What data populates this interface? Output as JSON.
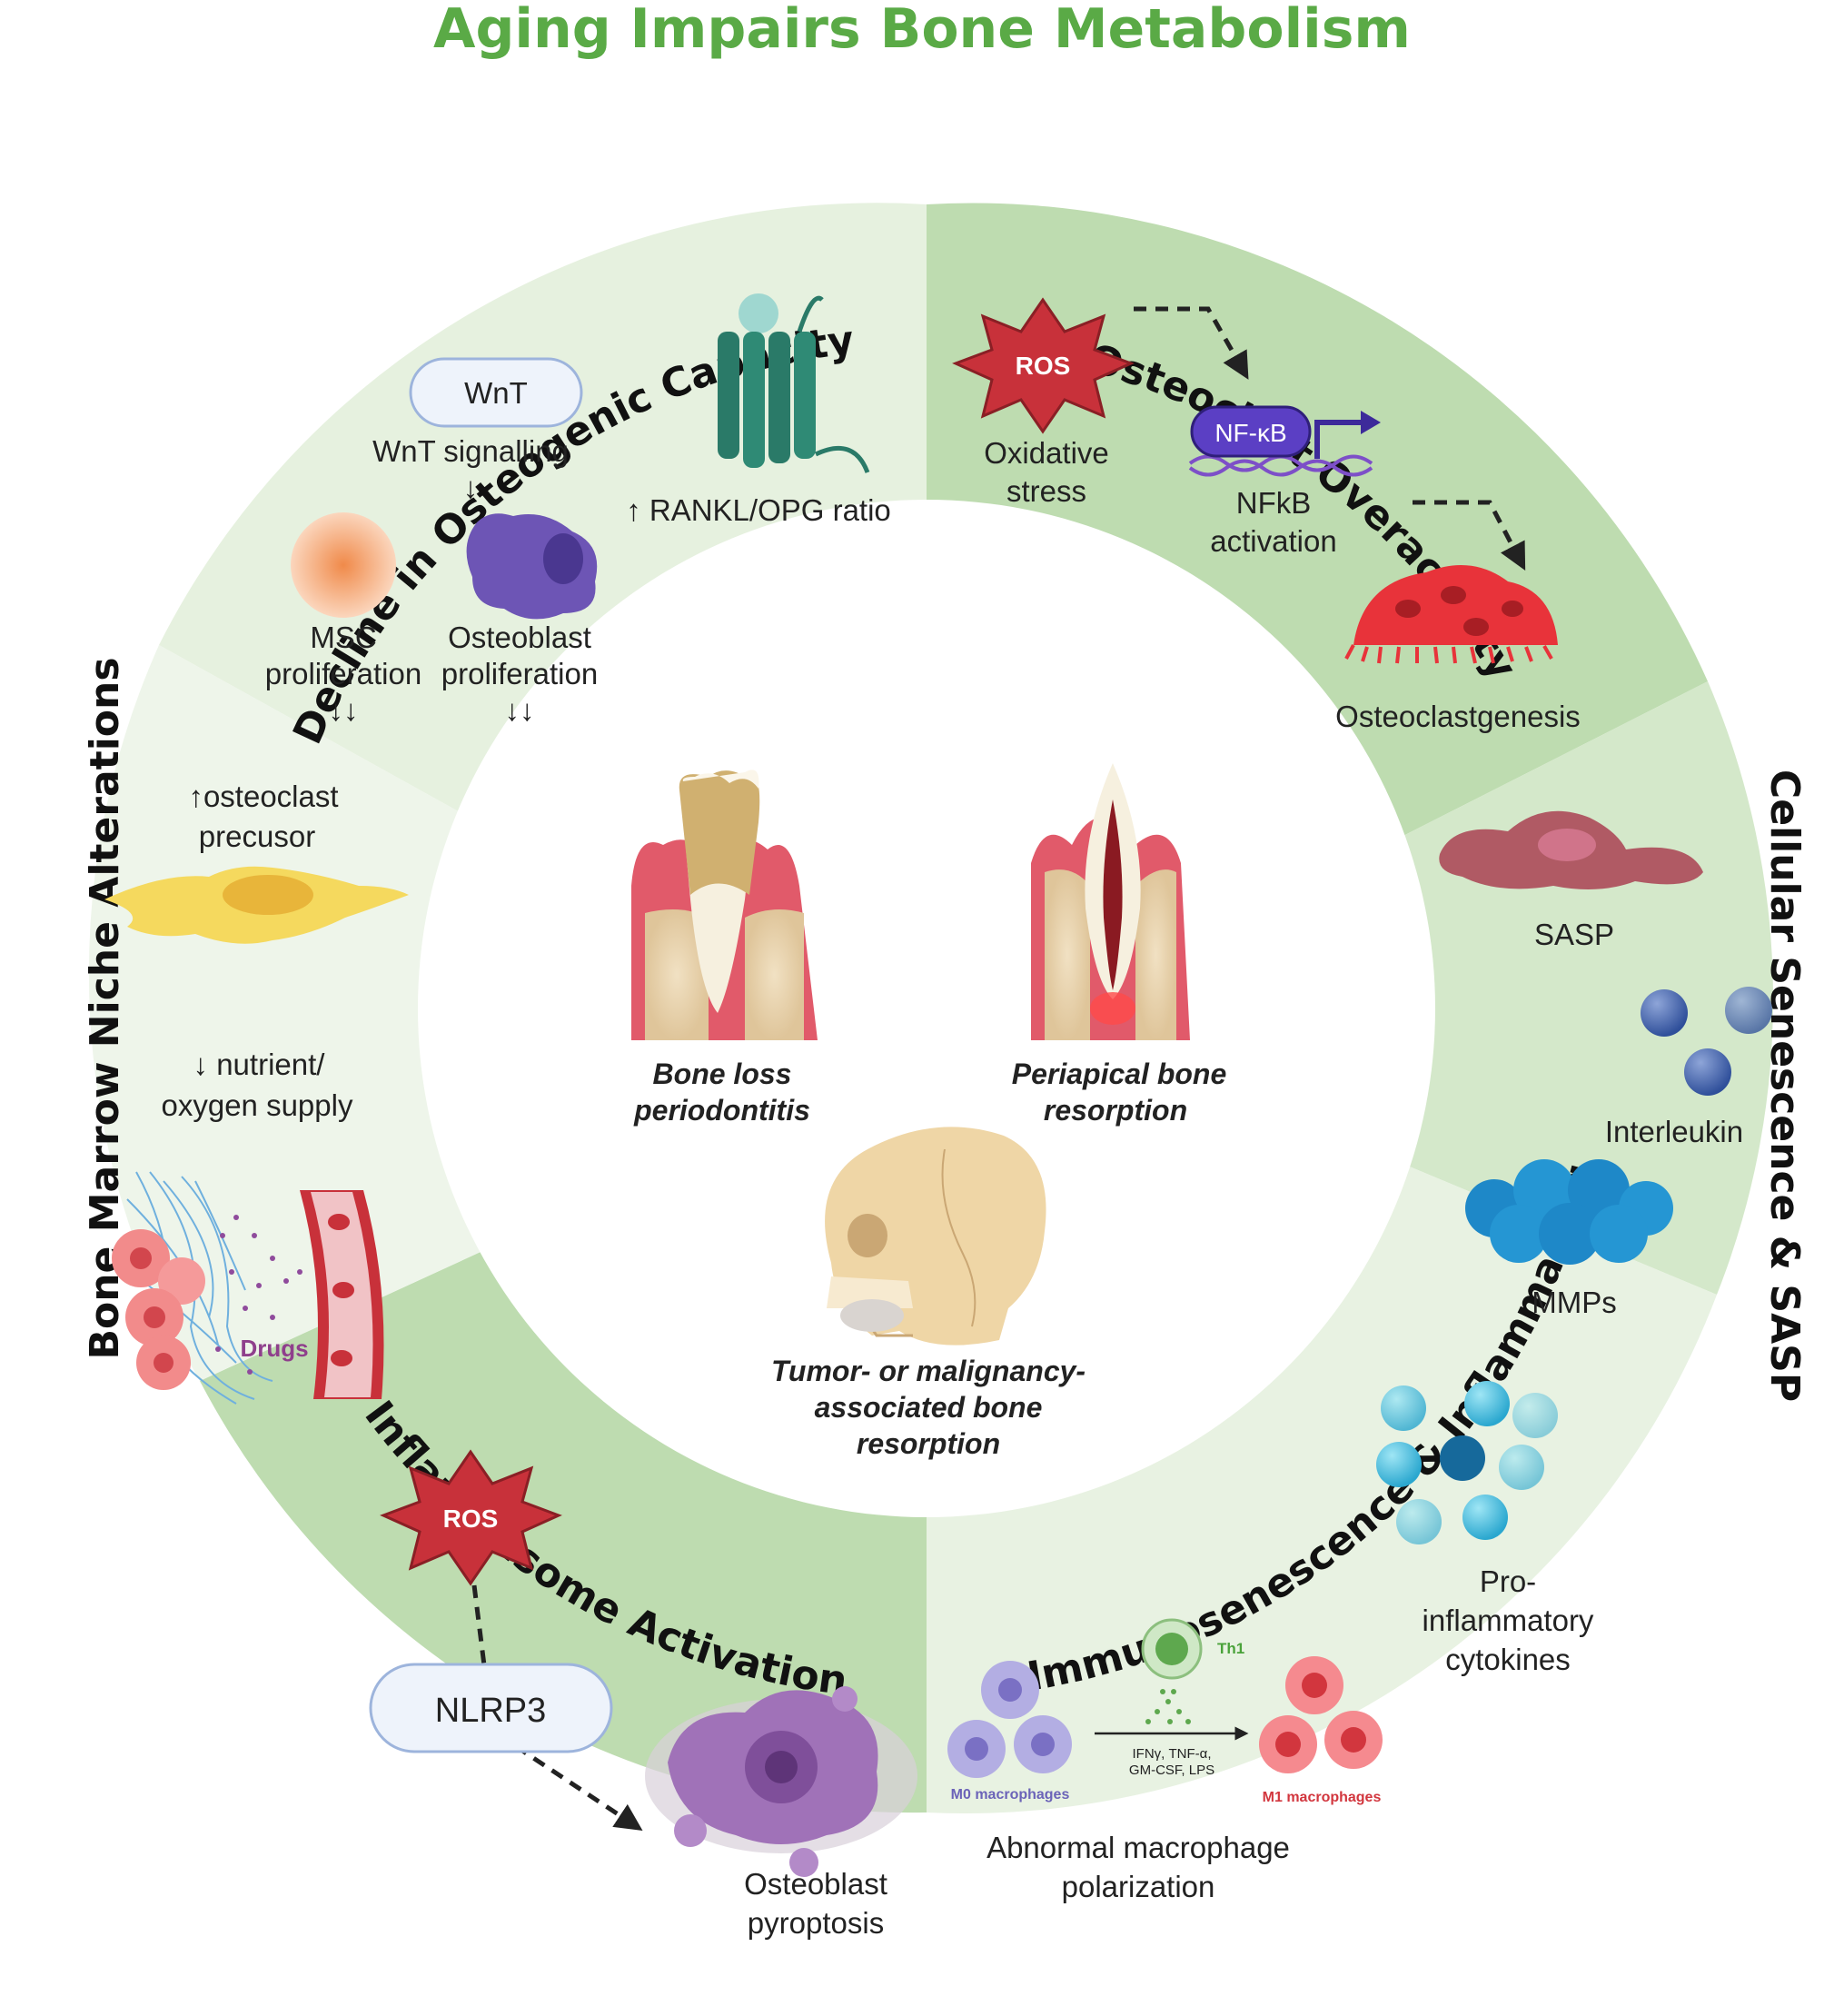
{
  "title": "Aging Impairs Bone Metabolism",
  "sections": {
    "osteogenic": {
      "heading": "Decline in Osteogenic Capacity",
      "wnt_pill": "WnT",
      "wnt_signalling": "WnT signalling",
      "arrow_down": "↓",
      "rankl": "↑ RANKL/OPG ratio",
      "msc": "MSC",
      "msc_prolif": "proliferation",
      "osteoblast": "Osteoblast",
      "osteoblast_prolif": "proliferation",
      "double_down_1": "↓↓",
      "double_down_2": "↓↓"
    },
    "osteoclast": {
      "heading": "Osteoclast Overactivity",
      "ros": "ROS",
      "oxidative_1": "Oxidative",
      "oxidative_2": "stress",
      "nfkb_pill": "NF-κB",
      "nfkb_1": "NFkB",
      "nfkb_2": "activation",
      "osteoclastgenesis": "Osteoclastgenesis"
    },
    "senescence": {
      "heading": "Cellular Senescence & SASP",
      "sasp": "SASP",
      "interleukin": "Interleukin",
      "mmps": "MMPs"
    },
    "immuno": {
      "heading": "Immunosenescence & Inflammaging",
      "cyto_1": "Pro-",
      "cyto_2": "inflammatory",
      "cyto_3": "cytokines",
      "th1": "Th1",
      "stim_1": "IFNγ, TNF-α,",
      "stim_2": "GM-CSF, LPS",
      "m0": "M0 macrophages",
      "m1": "M1 macrophages",
      "polar_1": "Abnormal macrophage",
      "polar_2": "polarization"
    },
    "inflammasome": {
      "heading": "Inflammasome Activation",
      "ros": "ROS",
      "nlrp3": "NLRP3",
      "pyro_1": "Osteoblast",
      "pyro_2": "pyroptosis"
    },
    "marrow": {
      "heading": "Bone Marrow Niche Alterations",
      "precursor_1": "↑osteoclast",
      "precursor_2": "precusor",
      "nutrient_1": "↓ nutrient/",
      "nutrient_2": "oxygen supply",
      "drugs": "Drugs"
    }
  },
  "center": {
    "perio_1": "Bone loss",
    "perio_2": "periodontitis",
    "periapical_1": "Periapical bone",
    "periapical_2": "resorption",
    "tumor_1": "Tumor- or malignancy-",
    "tumor_2": "associated bone",
    "tumor_3": "resorption"
  },
  "colors": {
    "title_green": "#5aaa46",
    "sector_light": "#e8f2e2",
    "sector_medium": "#d4e8ca",
    "sector_dark": "#bedcb0",
    "ros_red": "#c8313a",
    "nfkb_purple": "#5b3fc4",
    "osteoclast_red": "#e8333a"
  }
}
